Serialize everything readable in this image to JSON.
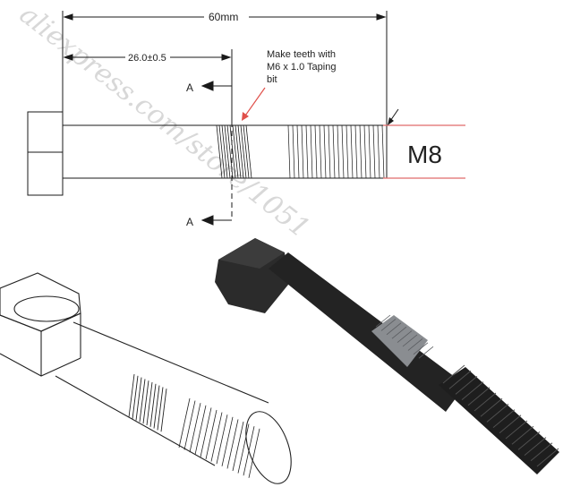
{
  "dimensions": {
    "total_length": "60mm",
    "knurl_position": "26.0±0.5"
  },
  "annotation": {
    "line1": "Make teeth with",
    "line2": "M6 x 1.0 Taping",
    "line3": "bit"
  },
  "section_marks": {
    "top": "A",
    "bottom": "A"
  },
  "thread_label": "M8",
  "watermark": "aliexpress.com/store/1051",
  "colors": {
    "line": "#1a1a1a",
    "arrow": "#e0504a",
    "m8_lines": "#e06a6a",
    "bolt_dark": "#262626",
    "knurl": "#8a8d91"
  }
}
